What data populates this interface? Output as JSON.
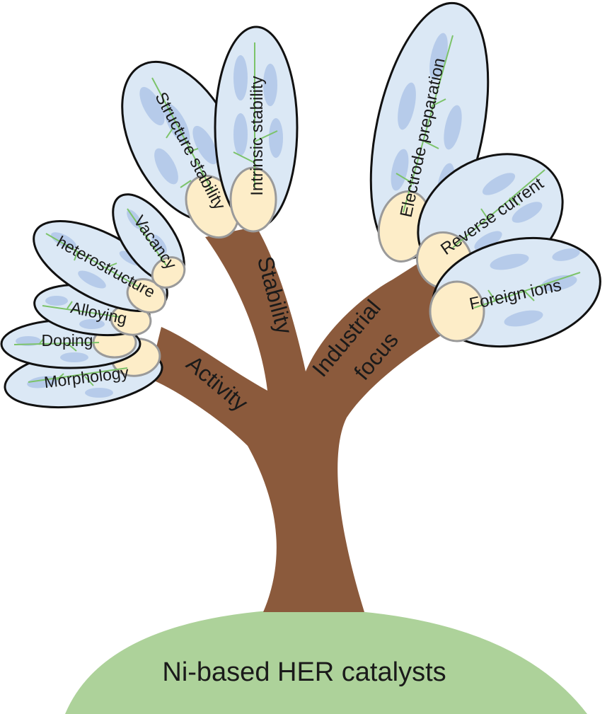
{
  "ground": {
    "label": "Ni-based HER catalysts"
  },
  "branches": {
    "activity": "Activity",
    "stability": "Stability",
    "industrial_line1": "Industrial",
    "industrial_line2": "focus"
  },
  "leaves": {
    "morphology": "Morphology",
    "doping": "Doping",
    "alloying": "Alloying",
    "heterostructure": "heterostructure",
    "vacancy": "Vacancy",
    "structure_stability": "Structure stability",
    "intrinsic_stability": "Intrinsic stability",
    "electrode_preparation": "Electrode preparation",
    "reverse_current": "Reverse current",
    "foreign_ions": "Foreign ions"
  },
  "colors": {
    "trunk": "#8b5a3c",
    "ground": "#add29a",
    "leaf_fill": "#dbe8f5",
    "leaf_spots": "#a9c1e6",
    "bud_fill": "#fdedc8",
    "veins": "#7cc36a"
  }
}
